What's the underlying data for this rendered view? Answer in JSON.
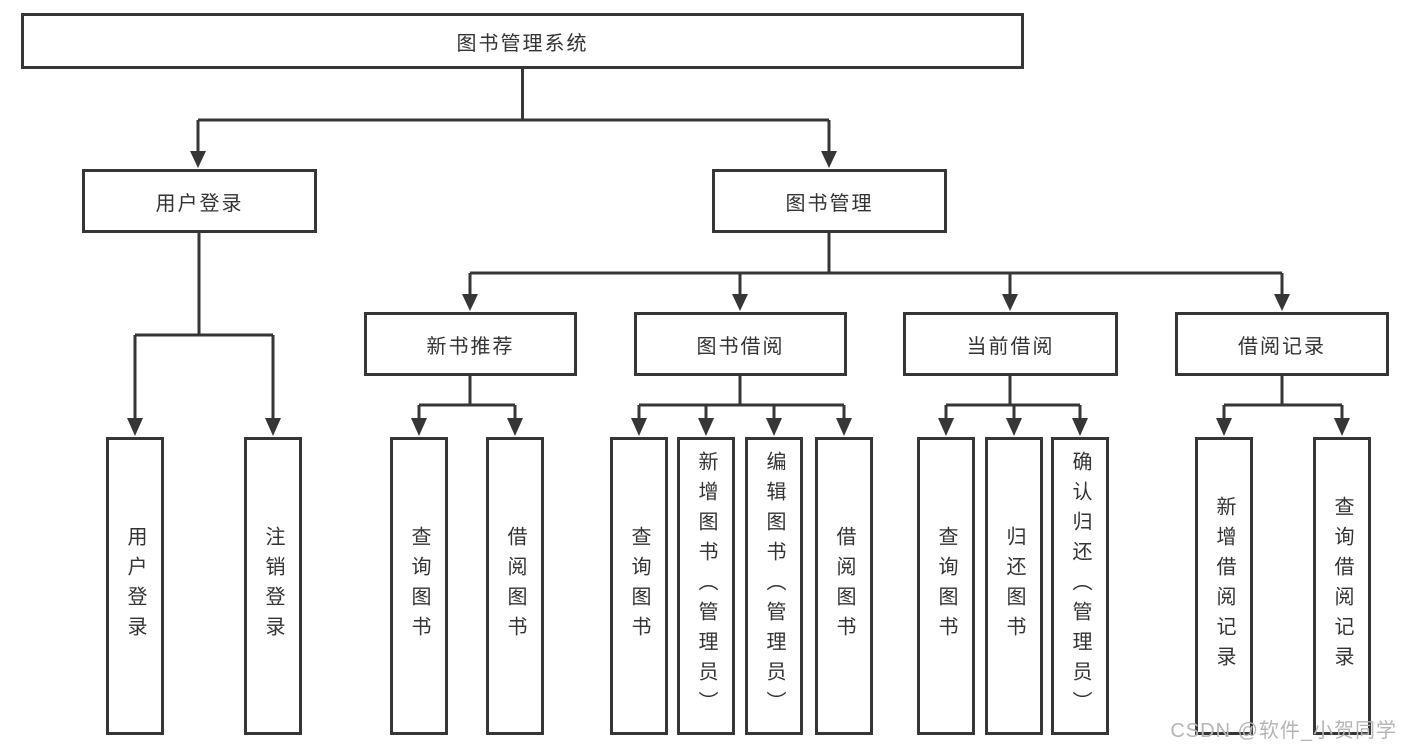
{
  "diagram": {
    "title": "图书管理系统",
    "root": {
      "label": "图书管理系统"
    },
    "level2": [
      {
        "label": "用户登录"
      },
      {
        "label": "图书管理"
      }
    ],
    "level3": [
      {
        "label": "新书推荐"
      },
      {
        "label": "图书借阅"
      },
      {
        "label": "当前借阅"
      },
      {
        "label": "借阅记录"
      }
    ],
    "leaves": {
      "user": [
        "用户登录",
        "注销登录"
      ],
      "recommend": [
        "查询图书",
        "借阅图书"
      ],
      "borrow": [
        "查询图书",
        "新增图书（管理员）",
        "编辑图书（管理员）",
        "借阅图书"
      ],
      "current": [
        "查询图书",
        "归还图书",
        "确认归还（管理员）"
      ],
      "records": [
        "新增借阅记录",
        "查询借阅记录"
      ]
    },
    "colors": {
      "line": "#363636",
      "text": "#333333",
      "background": "#ffffff",
      "watermark": "#b5b5b5"
    }
  },
  "watermark": {
    "text": "CSDN @软件_小贺同学"
  }
}
